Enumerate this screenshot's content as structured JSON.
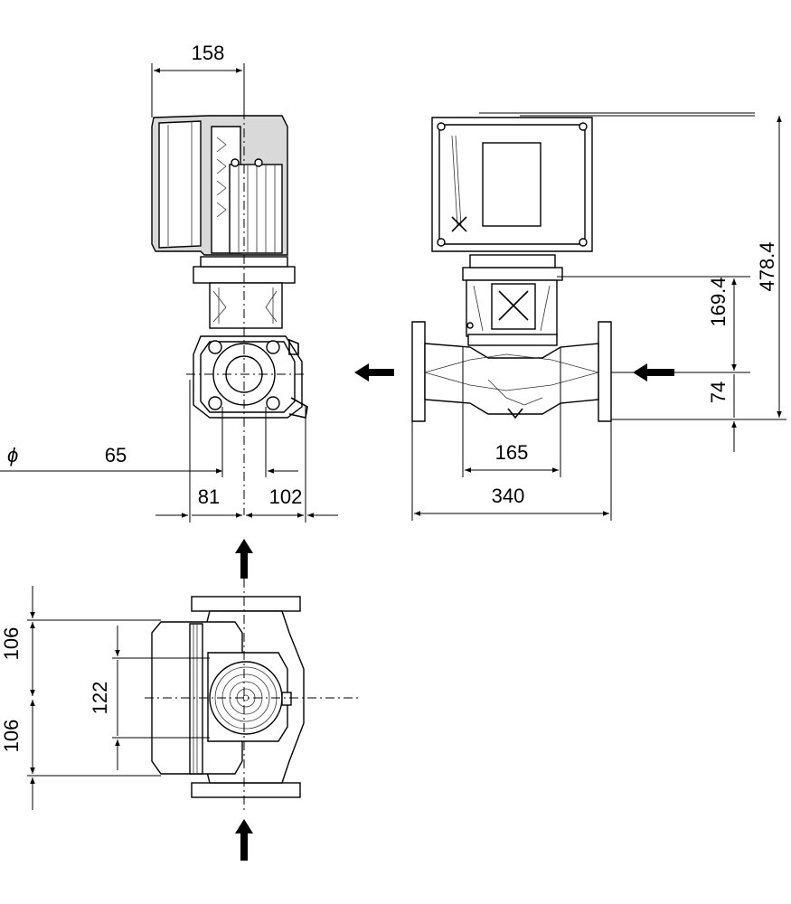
{
  "dimensions": {
    "top_width": "158",
    "phi_symbol": "ϕ",
    "diameter": "65",
    "left_offset": "81",
    "right_offset": "102",
    "base_width": "165",
    "overall_length": "340",
    "overall_height": "478.4",
    "motor_height": "169.4",
    "inlet_height": "74",
    "top_depth": "106",
    "bottom_depth": "106",
    "mid_width": "122"
  }
}
